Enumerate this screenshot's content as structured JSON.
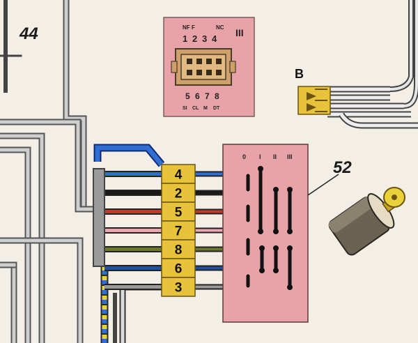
{
  "labels": {
    "component_44": "44",
    "component_52": "52",
    "connector_b": "B",
    "connector_3": "III"
  },
  "connector_top_pins": {
    "top_codes": [
      "NF",
      "F",
      "",
      "NC"
    ],
    "top_numbers": [
      "1",
      "2",
      "3",
      "4"
    ],
    "bottom_numbers": [
      "5",
      "6",
      "7",
      "8"
    ],
    "bottom_codes": [
      "SI",
      "CL",
      "M",
      "DT"
    ]
  },
  "switch_contacts": [
    "0",
    "I",
    "II",
    "III"
  ],
  "terminal_pins": [
    "4",
    "2",
    "5",
    "7",
    "8",
    "6",
    "3"
  ],
  "wire_colors": [
    "#2f6fd1",
    "#1a1a1a",
    "#c0392b",
    "#e8a8b0",
    "#6b7a2a",
    "#1e4fa0",
    "#9a9a9a"
  ],
  "colors": {
    "background": "#f4efe6",
    "connector_pink": "#e8a3a8",
    "terminal_yellow": "#e7c23a",
    "wire_gray": "#8c8c8c"
  }
}
